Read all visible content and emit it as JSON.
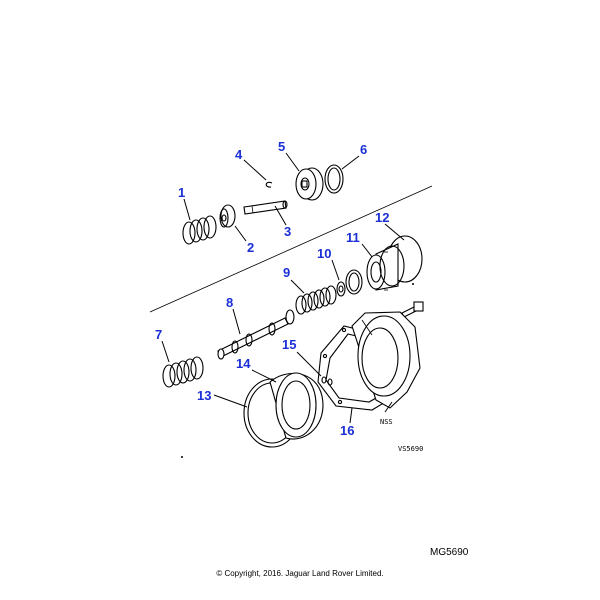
{
  "diagram": {
    "callouts": [
      "1",
      "2",
      "3",
      "4",
      "5",
      "6",
      "7",
      "8",
      "9",
      "10",
      "11",
      "12",
      "13",
      "14",
      "15",
      "16"
    ],
    "nss_label": "NSS",
    "drawing_code": "VS5690"
  },
  "footer": {
    "ref_code": "MG5690",
    "copyright": "© Copyright, 2016. Jaguar Land Rover Limited."
  },
  "colors": {
    "callout": "#1a2fd6",
    "line": "#000000"
  }
}
